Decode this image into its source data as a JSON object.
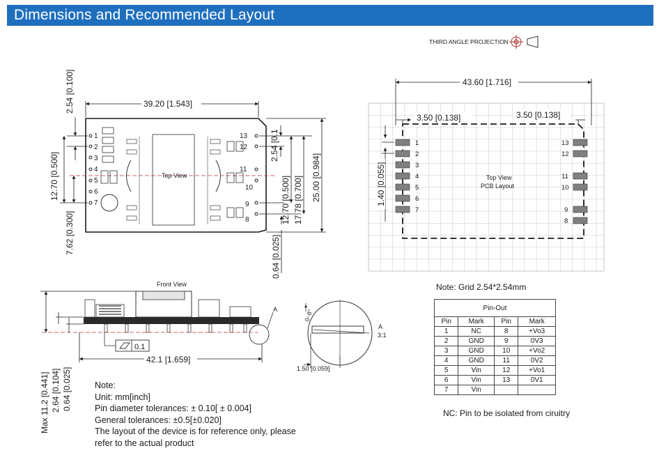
{
  "header": {
    "title": "Dimensions and Recommended Layout"
  },
  "projection": {
    "label": "THIRD ANGLE PROJECTION"
  },
  "top_view": {
    "label": "Top View",
    "dim_width": "39.20 [1.543]",
    "dim_pin_pitch_left": "2.54 [0.100]",
    "dim_left_span": "12.70 [0.500]",
    "dim_left_offset": "7.62 [0.300]",
    "dim_right_pitch": "2.54 [0.1",
    "dim_right_span_1": "12.70 [0.500]",
    "dim_right_span_2": "17.78 [0.700]",
    "dim_height": "25.00 [0.984]",
    "dim_pin_dia": "0.64 [0.025]",
    "left_pins": [
      "1",
      "2",
      "3",
      "4",
      "5",
      "6",
      "7"
    ],
    "right_pins": [
      "13",
      "12",
      "11",
      "10",
      "9",
      "8"
    ]
  },
  "pcb_view": {
    "label_line1": "Top View",
    "label_line2": "PCB Layout",
    "dim_total": "43.60 [1.716]",
    "dim_left": "3.50 [0.138]",
    "dim_right": "3.50 [0.138]",
    "dim_pitch": "1.40 [0.055]",
    "left_pins": [
      "1",
      "2",
      "3",
      "4",
      "5",
      "6",
      "7"
    ],
    "right_pins": [
      "13",
      "12",
      "11",
      "10",
      "9",
      "8"
    ]
  },
  "grid_note": "Note: Grid 2.54*2.54mm",
  "front_view": {
    "label": "Front View",
    "dim_length": "42.1 [1.659]",
    "flatness": "0.1",
    "dim_max_height": "Max 11.2 [0.441]",
    "dim_standoff": "2.64 [0.104]",
    "dim_pin": "0.64 [0.025]",
    "callout": "A"
  },
  "detail": {
    "label": "A",
    "scale": "3:1",
    "angle": "0~8°",
    "dim": "1.50 [0.059]"
  },
  "notes": {
    "title": "Note:",
    "lines": [
      "Unit: mm[inch]",
      "Pin diameter tolerances:  ± 0.10[ ± 0.004]",
      "General tolerances: ±0.5[±0.020]",
      "The layout of the device is for reference only, please",
      "refer to the actual product"
    ]
  },
  "pinout": {
    "caption": "Pin-Out",
    "headers": [
      "Pin",
      "Mark",
      "Pin",
      "Mark"
    ],
    "rows": [
      [
        "1",
        "NC",
        "8",
        "+Vo3"
      ],
      [
        "2",
        "GND",
        "9",
        "0V3"
      ],
      [
        "3",
        "GND",
        "10",
        "+Vo2"
      ],
      [
        "4",
        "GND",
        "11",
        "0V2"
      ],
      [
        "5",
        "Vin",
        "12",
        "+Vo1"
      ],
      [
        "6",
        "Vin",
        "13",
        "0V1"
      ],
      [
        "7",
        "Vin",
        "",
        ""
      ]
    ]
  },
  "nc_note": "NC: Pin to be isolated from ciruitry"
}
